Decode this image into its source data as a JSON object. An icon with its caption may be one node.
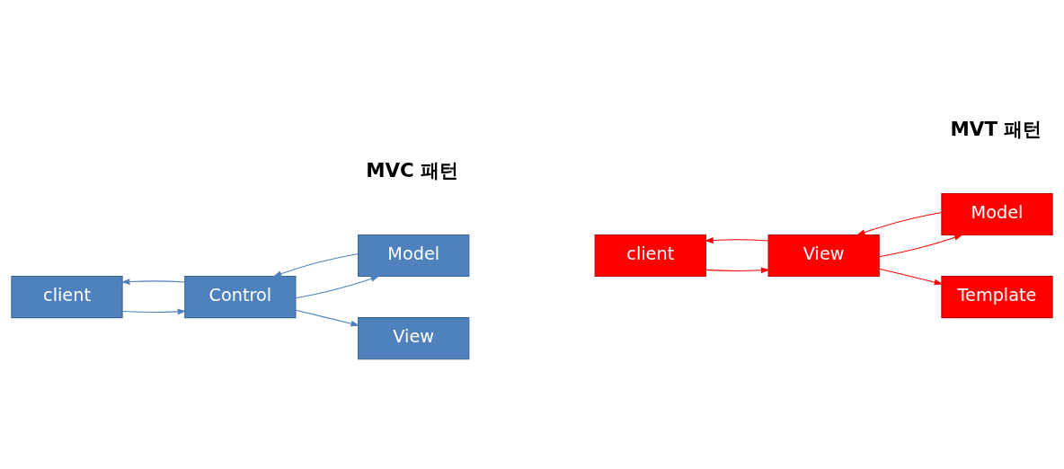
{
  "diagram": {
    "nodes": [
      {
        "text": [
          "client"
        ]
      },
      {
        "text": [
          "Control"
        ]
      },
      {
        "text": [
          "Model"
        ]
      },
      {
        "text": [
          "View"
        ]
      },
      {
        "text": [
          "client"
        ]
      },
      {
        "text": [
          "View"
        ]
      },
      {
        "text": [
          "Model"
        ]
      },
      {
        "text": [
          "Template"
        ]
      }
    ],
    "edges": [
      {
        "from": 0,
        "to": 1,
        "arrow": "to"
      },
      {
        "from": 1,
        "to": 0,
        "arrow": "to"
      },
      {
        "from": 1,
        "to": 2,
        "arrow": "to"
      },
      {
        "from": 2,
        "to": 1,
        "arrow": "to"
      },
      {
        "from": 1,
        "to": 3,
        "arrow": "to"
      },
      {
        "from": 4,
        "to": 5,
        "arrow": "to",
        "color": "#ff0000"
      },
      {
        "from": 5,
        "to": 4,
        "arrow": "to",
        "color": "#ff0000"
      },
      {
        "from": 5,
        "to": 6,
        "arrow": "to",
        "color": "#ff0000"
      },
      {
        "from": 6,
        "to": 5,
        "arrow": "to",
        "color": "#ff0000"
      },
      {
        "from": 5,
        "to": 7,
        "arrow": "to",
        "color": "#ff0000"
      }
    ],
    "labels": [
      "MVC 패턴",
      "MVT 패턴"
    ]
  }
}
